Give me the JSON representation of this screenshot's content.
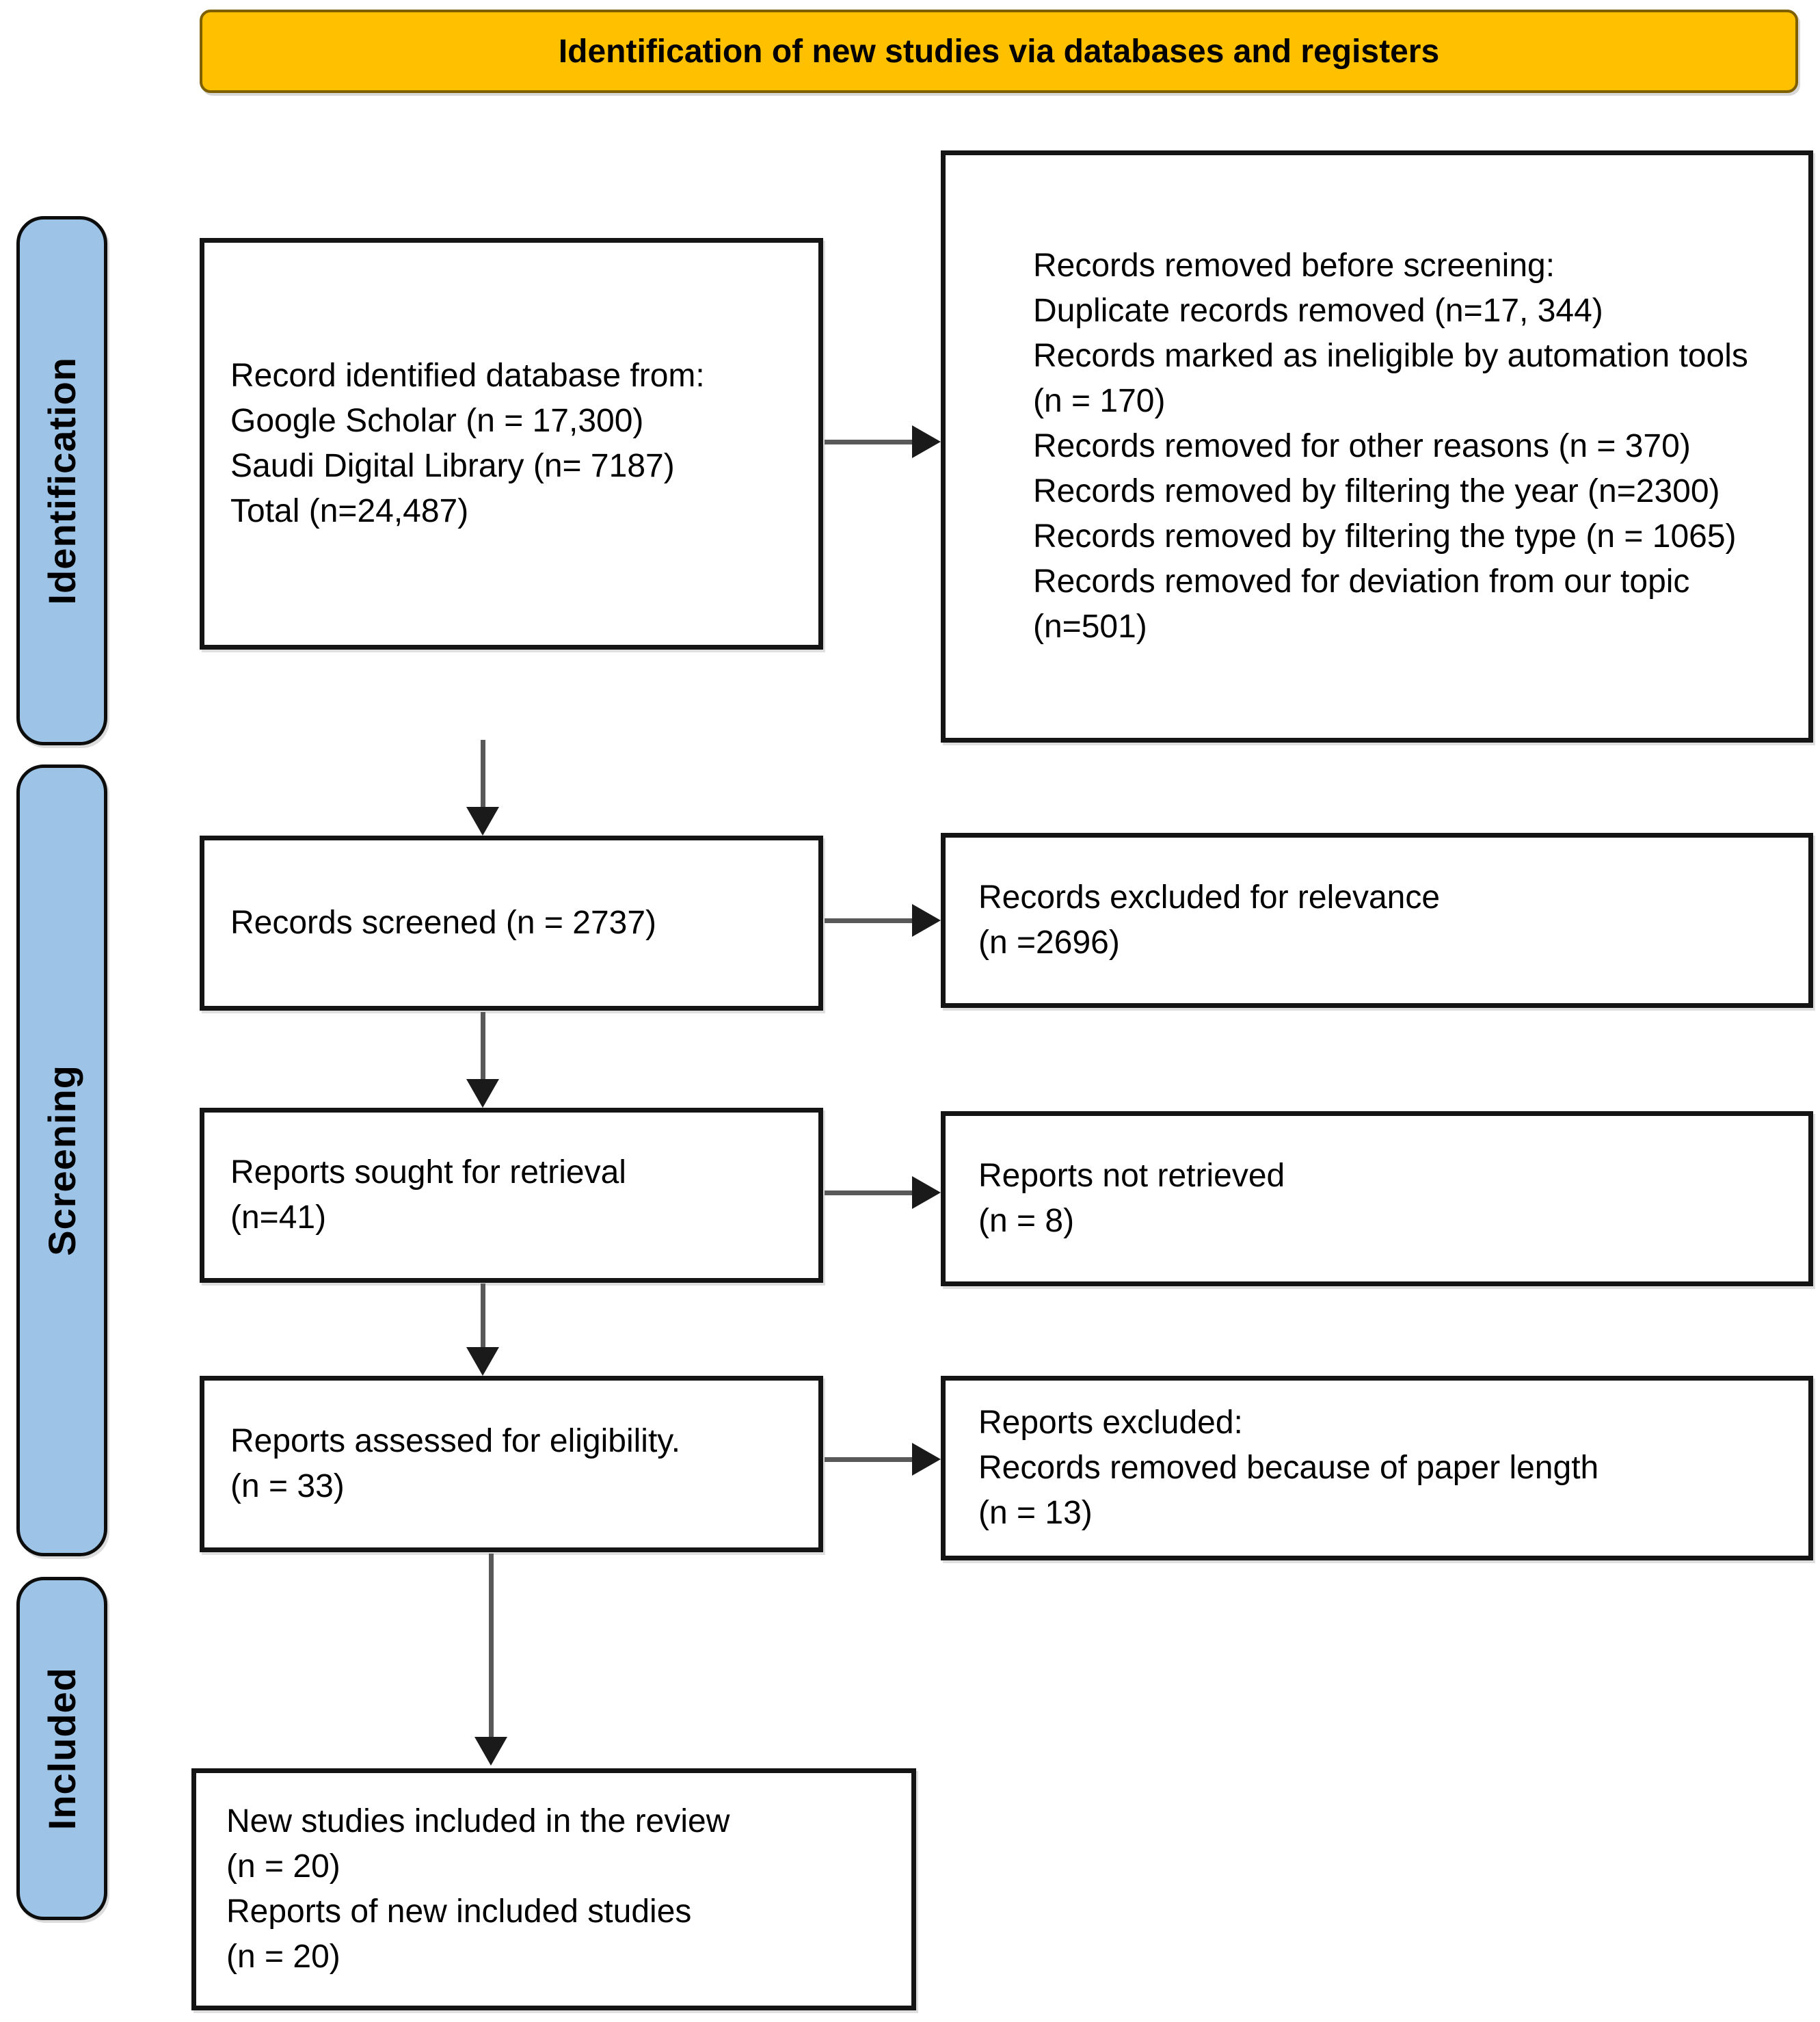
{
  "banner": {
    "title": "Identification of new studies via databases and registers"
  },
  "stages": {
    "identification": "Identification",
    "screening": "Screening",
    "included": "Included"
  },
  "boxes": {
    "records_identified": {
      "lines": [
        "Record identified database from:",
        "Google Scholar (n = 17,300)",
        "Saudi Digital Library (n= 7187)",
        "Total (n=24,487)"
      ]
    },
    "records_removed_before_screening": {
      "lines": [
        "Records removed before screening:",
        "Duplicate records removed (n=17, 344)",
        "Records marked as ineligible by automation tools (n = 170)",
        "Records removed for other reasons (n = 370)",
        "Records removed by filtering the year (n=2300)",
        "Records removed by filtering the type (n = 1065)",
        "Records removed for deviation from our topic (n=501)"
      ]
    },
    "records_screened": {
      "lines": [
        "Records screened (n = 2737)"
      ]
    },
    "records_excluded_for_relevance": {
      "lines": [
        "Records excluded for relevance",
        "(n =2696)"
      ]
    },
    "reports_sought_for_retrieval": {
      "lines": [
        "Reports sought for retrieval",
        "(n=41)"
      ]
    },
    "reports_not_retrieved": {
      "lines": [
        "Reports not retrieved",
        "(n = 8)"
      ]
    },
    "reports_assessed_for_eligibility": {
      "lines": [
        "Reports assessed for eligibility.",
        "(n = 33)"
      ]
    },
    "reports_excluded": {
      "lines": [
        "Reports excluded:",
        "Records removed because of paper length",
        "(n = 13)"
      ]
    },
    "new_studies_included": {
      "lines": [
        "New studies included in the review",
        "(n = 20)",
        "Reports of new included studies",
        "(n = 20)"
      ]
    }
  },
  "colors": {
    "banner_fill": "#FFC000",
    "stage_fill": "#9DC3E6",
    "box_border": "#141414",
    "arrow_line": "#595959",
    "arrow_head": "#1a1a1a"
  }
}
